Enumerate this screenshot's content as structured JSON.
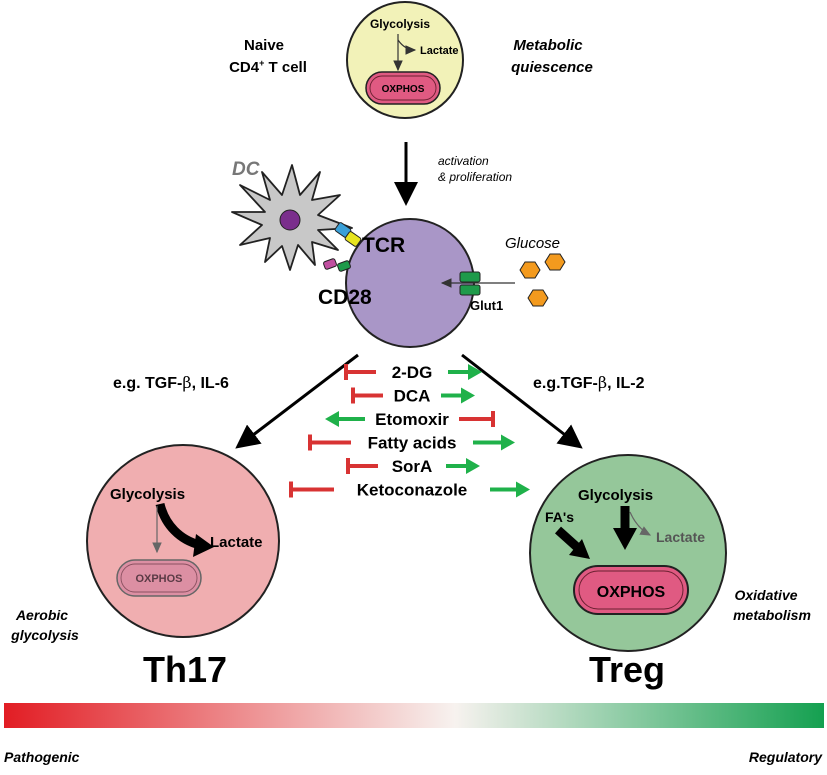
{
  "colors": {
    "quiescent_cell_fill": "#f2f2b8",
    "activated_cell_fill": "#a996c7",
    "dc_fill": "#c8c8c8",
    "dc_nucleus": "#7a2e8c",
    "th17_fill": "#f0aeb0",
    "treg_fill": "#95c79a",
    "mito_fill": "#e05a82",
    "mito_fill_faded": "#dc8fa3",
    "glucose": "#f39a1e",
    "glut": "#1e9a4a",
    "inhibit_red": "#d83333",
    "promote_green": "#1fb14a",
    "gradient_left": "#e21d24",
    "gradient_right": "#14a050"
  },
  "naive": {
    "label_line1": "Naive",
    "label_line2": "CD4",
    "label_sup": "+",
    "label_line2_rest": " T cell",
    "state_line1": "Metabolic",
    "state_line2": "quiescence",
    "glycolysis": "Glycolysis",
    "lactate": "Lactate",
    "oxphos": "OXPHOS"
  },
  "activation": {
    "line1": "activation",
    "line2": "& proliferation"
  },
  "activated": {
    "dc": "DC",
    "tcr": "TCR",
    "cd28": "CD28",
    "glucose": "Glucose",
    "glut1": "Glut1"
  },
  "left_branch": {
    "cytokines_prefix": "e.g. TGF-",
    "beta": "β",
    "cytokines_suffix": ", IL-6"
  },
  "right_branch": {
    "cytokines_prefix": "e.g.TGF-",
    "beta": "β",
    "cytokines_suffix": ", IL-2"
  },
  "compounds": [
    {
      "name": "2-DG",
      "th17_effect": "inhibit",
      "treg_effect": "promote"
    },
    {
      "name": "DCA",
      "th17_effect": "inhibit",
      "treg_effect": "promote"
    },
    {
      "name": "Etomoxir",
      "th17_effect": "promote",
      "treg_effect": "inhibit"
    },
    {
      "name": "Fatty acids",
      "th17_effect": "inhibit",
      "treg_effect": "promote"
    },
    {
      "name": "SorA",
      "th17_effect": "inhibit",
      "treg_effect": "promote"
    },
    {
      "name": "Ketoconazole",
      "th17_effect": "inhibit",
      "treg_effect": "promote"
    }
  ],
  "th17": {
    "name": "Th17",
    "glycolysis": "Glycolysis",
    "lactate": "Lactate",
    "oxphos": "OXPHOS",
    "state_line1": "Aerobic",
    "state_line2": "glycolysis"
  },
  "treg": {
    "name": "Treg",
    "glycolysis": "Glycolysis",
    "lactate": "Lactate",
    "fas": "FA's",
    "oxphos": "OXPHOS",
    "state_line1": "Oxidative",
    "state_line2": "metabolism"
  },
  "gradient": {
    "left_label": "Pathogenic",
    "right_label": "Regulatory"
  }
}
